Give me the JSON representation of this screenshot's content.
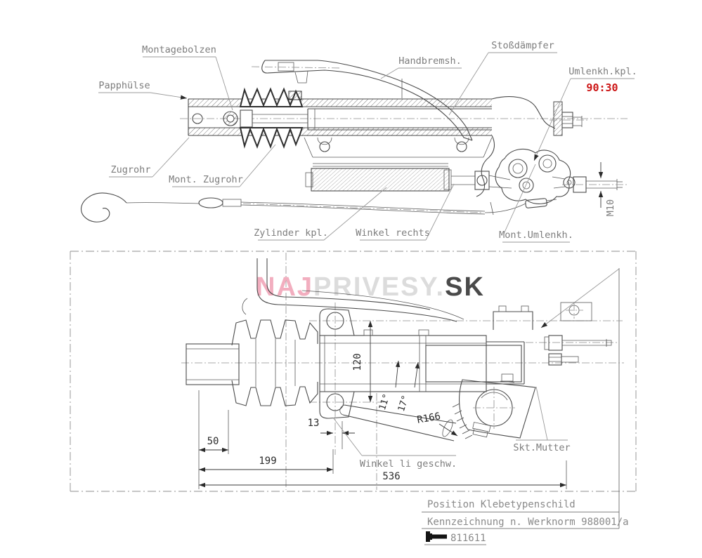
{
  "watermark": {
    "naj": "NAJ",
    "privesy": "PRIVESY.",
    "sk": "SK",
    "naj_color": "#f2aebf",
    "privesy_color": "#dcdcdc",
    "sk_color": "#4a4a4a"
  },
  "top_view": {
    "callouts": {
      "montagebolzen": "Montagebolzen",
      "papphuelse": "Papphülse",
      "handbremse": "Handbremsh.",
      "stossdaempfer": "Stoßdämpfer",
      "umlenkhebel": "Umlenkh.kpl.",
      "ratio": "90:30",
      "zugrohr": "Zugrohr",
      "mont_zugrohr": "Mont. Zugrohr",
      "zylinder": "Zylinder kpl.",
      "winkel_rechts": "Winkel rechts",
      "mont_umlenkhebel": "Mont.Umlenkh.",
      "thread": "M10"
    },
    "ratio_color": "#cc1414"
  },
  "bottom_view": {
    "dimensions": {
      "height_120": "120",
      "offset_13": "13",
      "offset_50": "50",
      "offset_199": "199",
      "total_536": "536",
      "radius_166": "R166",
      "angle_11": "11°",
      "angle_17": "17°"
    },
    "callouts": {
      "winkel_li": "Winkel li geschw.",
      "skt_mutter": "Skt.Mutter"
    }
  },
  "title_block": {
    "position_label": "Position Klebetypenschild",
    "kennzeichnung": "Kennzeichnung n. Werknorm 988001/a",
    "part_number": "811611"
  }
}
